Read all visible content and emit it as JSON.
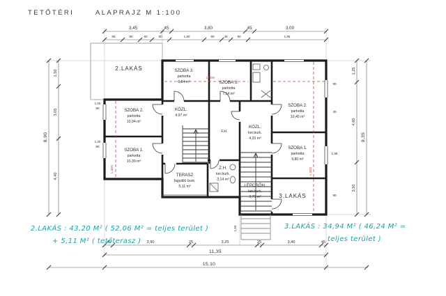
{
  "title": {
    "main": "TETŐTÉRI",
    "sub": "ALAPRAJZ   M 1:100"
  },
  "apartments": {
    "flat2": "2.LAKÁS",
    "flat3": "3.LAKÁS"
  },
  "rooms": {
    "szoba3_left": {
      "name": "SZOBA 3.",
      "material": "parketta",
      "area": "6,84 m²"
    },
    "szoba3_right": {
      "name": "SZOBA 3.",
      "material": "parketta",
      "area": "7,14 m²"
    },
    "szoba2_left": {
      "name": "SZOBA 2.",
      "material": "parketta",
      "area": "10,94 m²"
    },
    "szoba2_right": {
      "name": "SZOBA 2.",
      "material": "parketta",
      "area": "10,45 m²"
    },
    "szoba1_left": {
      "name": "SZOBA 1.",
      "material": "parketta",
      "area": "10,39 m²"
    },
    "szoba1_right": {
      "name": "SZOBA 1.",
      "material": "parketta",
      "area": "9,80 m²"
    },
    "kozl_left": {
      "name": "KÖZL.",
      "area": "4,97 m²"
    },
    "kozl_right": {
      "name": "KÖZL.",
      "material": "ker.burk.",
      "area": "4,33 m²"
    },
    "terasz": {
      "name": "TERASZ",
      "material": "fagyálló burk.",
      "area": "5,11 m²"
    },
    "zh": {
      "name": "Z.H.",
      "material": "ker.burk.",
      "area": "3,14 m²"
    },
    "lepcsoh": {
      "name": "LÉPCSŐH.",
      "material": "ker.burk.",
      "area": "3,70 m²"
    },
    "fh": {
      "name": "F.H."
    }
  },
  "dims": {
    "top_row1": [
      "3,45",
      "45",
      "3,80",
      "45",
      "3,00"
    ],
    "top_row2": [
      "95",
      "90",
      "60",
      "90",
      "1,80",
      "90",
      "45",
      "90",
      "1,95"
    ],
    "bottom_row1": [
      "45",
      "3,90",
      "25",
      "3,25",
      "25",
      "3,40",
      "45"
    ],
    "bottom_total1": "11,35",
    "bottom_total2": "15,10",
    "left_inner": [
      "1,50",
      "3,05",
      "4,40"
    ],
    "left_total": "8,90",
    "right_inner": [
      "1,25",
      "4,60",
      "3,50"
    ],
    "right_total": "9,35",
    "left_windows": [
      "1,00",
      "90",
      "1,00",
      "90"
    ],
    "right_margin": [
      "95",
      "45",
      "1,95",
      "95"
    ],
    "stair_width": "1,50"
  },
  "red_notes": {
    "top": "1,90m",
    "left": "1,30m",
    "right": "1,30m"
  },
  "notes": {
    "flat2_line1": "2.LAKÁS : 43,20 M² ( 52,06 M² = teljes terület )",
    "flat2_line2": "+ 5,11 M² ( tetőterasz )",
    "flat3_line1": "3.LAKÁS : 34,94 M² ( 46,24 M² =",
    "flat3_line2": "teljes terület )"
  },
  "colors": {
    "ink": "#1c1c1c",
    "red": "#c0443c",
    "teal": "#17a3a9"
  }
}
